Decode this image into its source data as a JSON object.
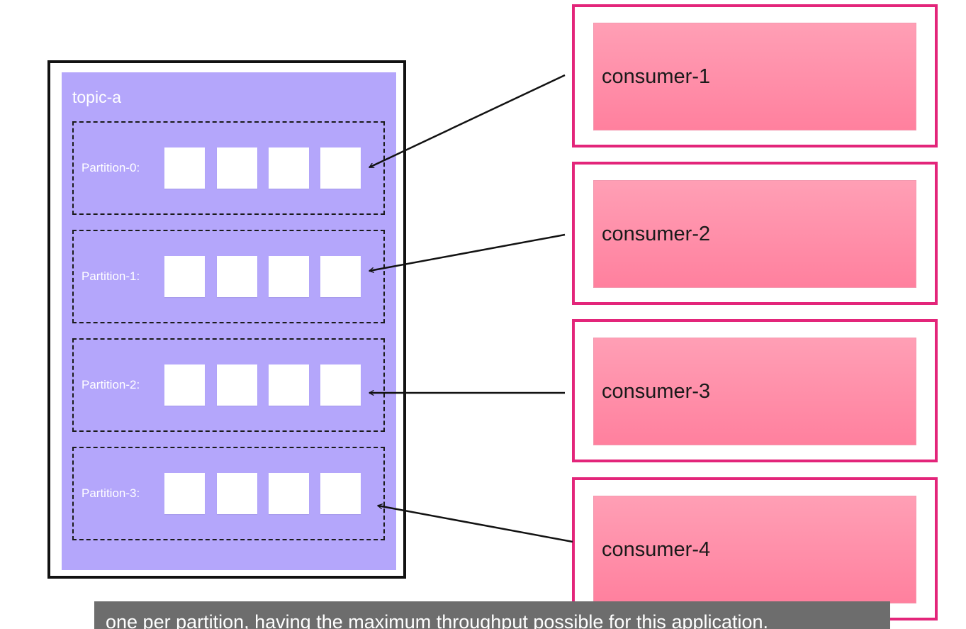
{
  "topic": {
    "name": "topic-a",
    "partitions": [
      {
        "label": "Partition-0:",
        "message_count": 4
      },
      {
        "label": "Partition-1:",
        "message_count": 4
      },
      {
        "label": "Partition-2:",
        "message_count": 4
      },
      {
        "label": "Partition-3:",
        "message_count": 4
      }
    ]
  },
  "consumers": [
    {
      "label": "consumer-1"
    },
    {
      "label": "consumer-2"
    },
    {
      "label": "consumer-3"
    },
    {
      "label": "consumer-4"
    }
  ],
  "edges": [
    {
      "from": "consumer-1",
      "to": "Partition-0:"
    },
    {
      "from": "consumer-2",
      "to": "Partition-1:"
    },
    {
      "from": "consumer-3",
      "to": "Partition-2:"
    },
    {
      "from": "consumer-4",
      "to": "Partition-3:"
    }
  ],
  "caption": {
    "text": "one per partition, having the maximum throughput possible for this application."
  },
  "colors": {
    "topic_fill": "#b4a6fb",
    "consumer_border": "#e3257a",
    "consumer_fill": "#ff8fa8",
    "caption_bg": "#6d6d6d"
  }
}
